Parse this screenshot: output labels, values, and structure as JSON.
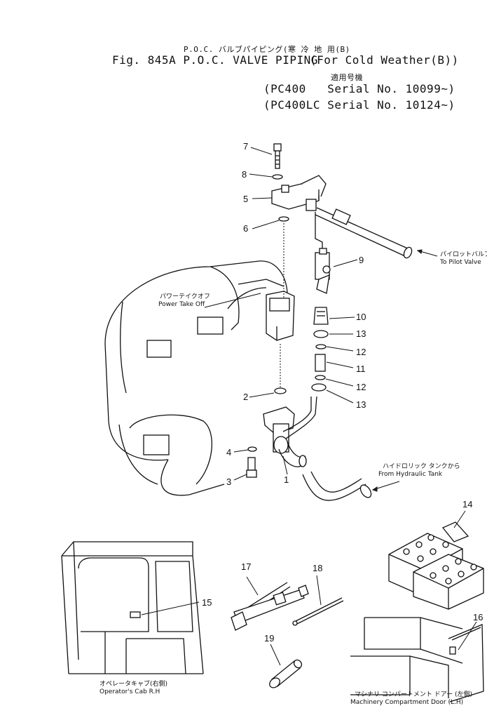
{
  "header": {
    "line1_jp": "P.O.C. バルブパイピング(寒 冷 地 用(B)",
    "line2_fig": "Fig. 845A P.O.C. VALVE PIPING",
    "line2_paren": "(For Cold Weather(B))",
    "line3_jp": "適用号機",
    "line4": "(PC400   Serial No. 10099~)",
    "line5": "(PC400LC Serial No. 10124~)"
  },
  "captions": {
    "pilot_jp": "パイロットバルブへ",
    "pilot_en": "To Pilot Valve",
    "pto_jp": "パワーテイクオフ",
    "pto_en": "Power Take Off",
    "tank_jp": "ハイドロリック タンクから",
    "tank_en": "From Hydraulic Tank",
    "cab_jp": "オペレータキャブ(右側)",
    "cab_en": "Operator's Cab R.H",
    "door_jp": "マシナリ コンパートメント ドアー (左側)",
    "door_en": "Machinery Compartment Door (L.H)"
  },
  "part_numbers": {
    "p1": "1",
    "p2": "2",
    "p3": "3",
    "p4": "4",
    "p5": "5",
    "p6": "6",
    "p7": "7",
    "p8": "8",
    "p9": "9",
    "p10": "10",
    "p11": "11",
    "p12a": "12",
    "p12b": "12",
    "p13a": "13",
    "p13b": "13",
    "p14": "14",
    "p15": "15",
    "p16": "16",
    "p17": "17",
    "p18": "18",
    "p19": "19"
  }
}
